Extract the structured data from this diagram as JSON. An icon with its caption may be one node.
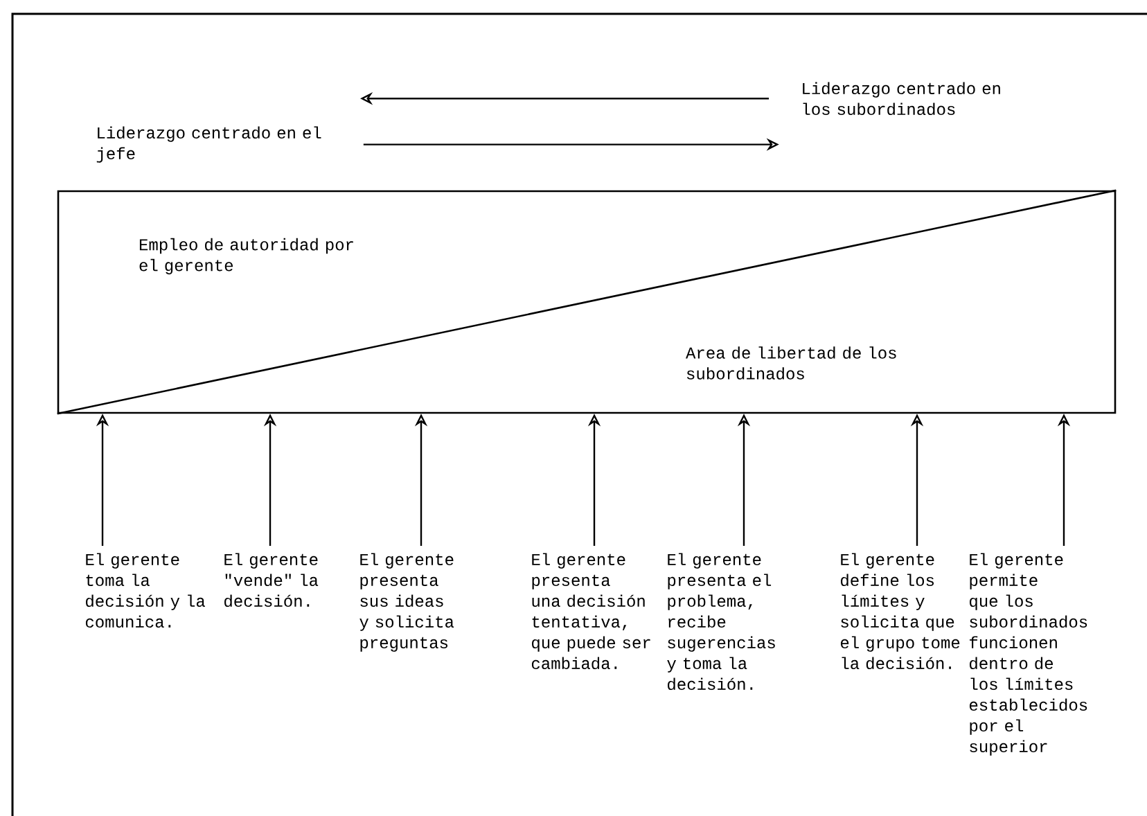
{
  "diagram": {
    "nodes": [
      {
        "text": [
          "Liderazgo centrado en el jefe"
        ]
      },
      {
        "text": [
          "Liderazgo centrado en los subordinados"
        ]
      },
      {
        "text": [
          "Empleo de autoridad por el gerente",
          "Area de libertad de los subordinados"
        ]
      },
      {
        "text": [
          "El gerente toma la decisión y la comunica."
        ]
      },
      {
        "text": [
          "El gerente \"vende\" la decisión."
        ]
      },
      {
        "text": [
          "El gerente presenta sus ideas y solicita preguntas"
        ]
      },
      {
        "text": [
          "El gerente presenta una decisión tentativa, que puede ser cambiada."
        ]
      },
      {
        "text": [
          "El gerente presenta el problema, recibe sugerencias y toma la decisión."
        ]
      },
      {
        "text": [
          "El gerente define los límites y solicita que el grupo tome la decisión."
        ]
      },
      {
        "text": [
          "El gerente permite que los subordinados funcionen dentro de los límites establecidos por el superior"
        ]
      }
    ],
    "edges": [
      {
        "from": 0,
        "to": null,
        "arrow": "to"
      },
      {
        "from": 1,
        "to": null,
        "arrow": "to"
      },
      {
        "from": 3,
        "to": 2,
        "arrow": "to"
      },
      {
        "from": 4,
        "to": 2,
        "arrow": "to"
      },
      {
        "from": 5,
        "to": 2,
        "arrow": "to"
      },
      {
        "from": 6,
        "to": 2,
        "arrow": "to"
      },
      {
        "from": 7,
        "to": 2,
        "arrow": "to"
      },
      {
        "from": 8,
        "to": 2,
        "arrow": "to"
      },
      {
        "from": 9,
        "to": 2,
        "arrow": "to"
      }
    ]
  }
}
